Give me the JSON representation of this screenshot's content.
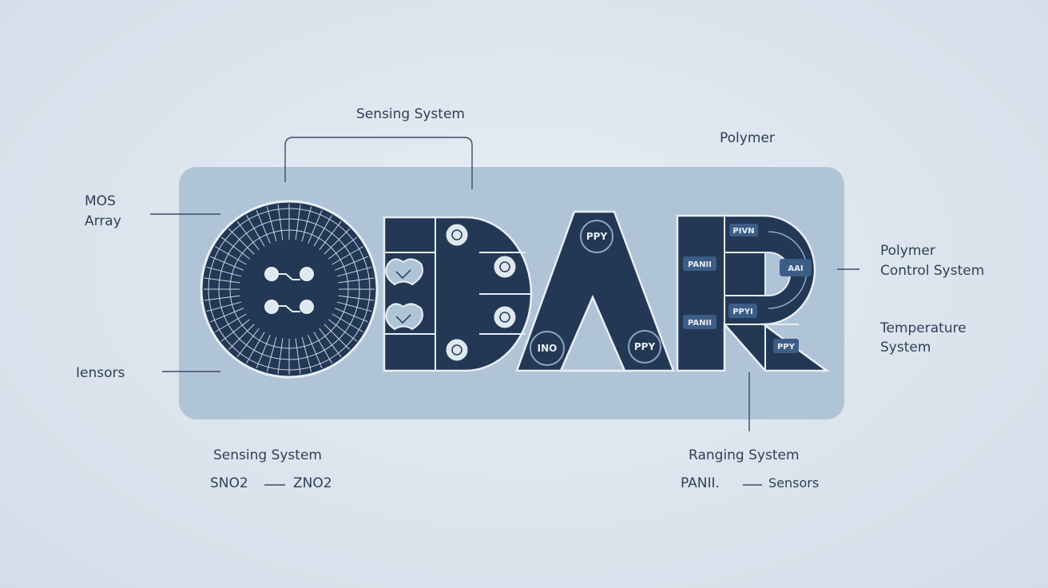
{
  "labels": {
    "sensing_system_top": "Sensing System",
    "polymer_top": "Polymer",
    "mos_array_line1": "MOS",
    "mos_array_line2": "Array",
    "iensors": "Iensors",
    "polymer_control_line1": "Polymer",
    "polymer_control_line2": "Control System",
    "temperature_line1": "Temperature",
    "temperature_line2": "System",
    "sensing_system_bottom": "Sensing System",
    "sno2": "SNO2",
    "zno2": "ZNO2",
    "ranging_system": "Ranging System",
    "panii": "PANII.",
    "sensors": "Sensors"
  },
  "glyph_labels": {
    "a_top_ring": "PPY",
    "a_left_ring": "INO",
    "a_right_ring": "PPY",
    "r_chip_top": "PIVN",
    "r_chip_left_1": "PANII",
    "r_chip_bowl": "AAI",
    "r_chip_mid": "PPYI",
    "r_chip_left_2": "PANII",
    "r_chip_leg": "PPY"
  },
  "colors": {
    "background": "#dbe4ed",
    "panel": "#b0c4d8",
    "glyph_fill": "#233a58",
    "glyph_stroke": "#e8eef5",
    "text": "#2e3f58"
  }
}
